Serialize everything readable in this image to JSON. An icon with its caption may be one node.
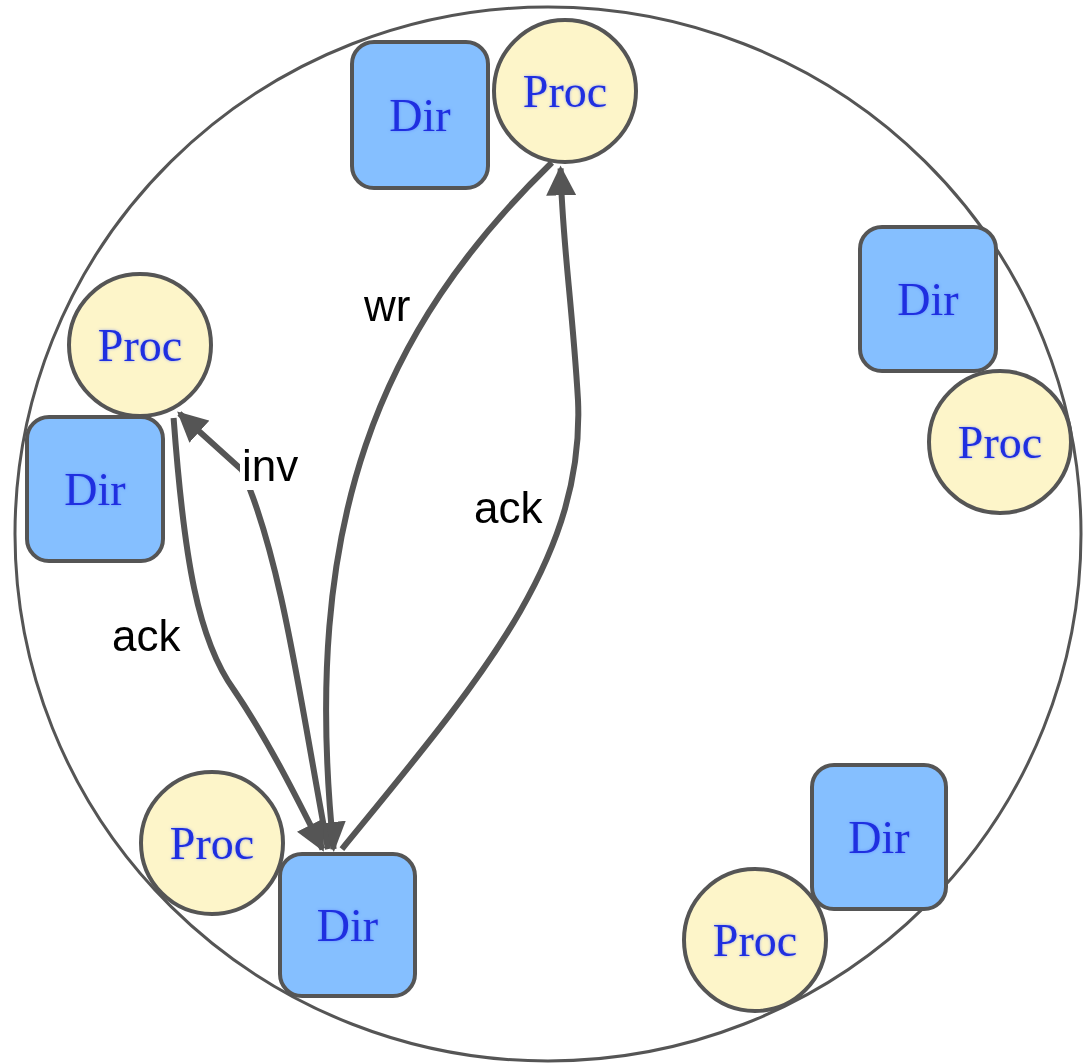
{
  "diagram": {
    "nodes": [
      {
        "text": [],
        "shape": "circle"
      },
      {
        "text": [
          "Dir"
        ],
        "in": 0
      },
      {
        "text": [
          "Proc"
        ],
        "in": 0
      },
      {
        "text": [
          "Dir"
        ],
        "in": 0
      },
      {
        "text": [
          "Proc"
        ],
        "in": 0
      },
      {
        "text": [
          "Proc"
        ],
        "in": 0
      },
      {
        "text": [
          "Dir"
        ],
        "in": 0
      },
      {
        "text": [
          "Dir"
        ],
        "in": 0
      },
      {
        "text": [
          "Proc"
        ],
        "in": 0
      },
      {
        "text": [
          "Dir"
        ],
        "in": 0
      },
      {
        "text": [
          "Proc"
        ],
        "in": 0
      }
    ],
    "edges": [
      {
        "from": 2,
        "to": 9,
        "label": "wr",
        "arrow": "to"
      },
      {
        "from": 9,
        "to": 2,
        "label": "ack",
        "arrow": "to"
      },
      {
        "from": 9,
        "to": 5,
        "label": "inv",
        "arrow": "to"
      },
      {
        "from": 5,
        "to": 9,
        "label": "ack",
        "arrow": "to"
      }
    ]
  }
}
